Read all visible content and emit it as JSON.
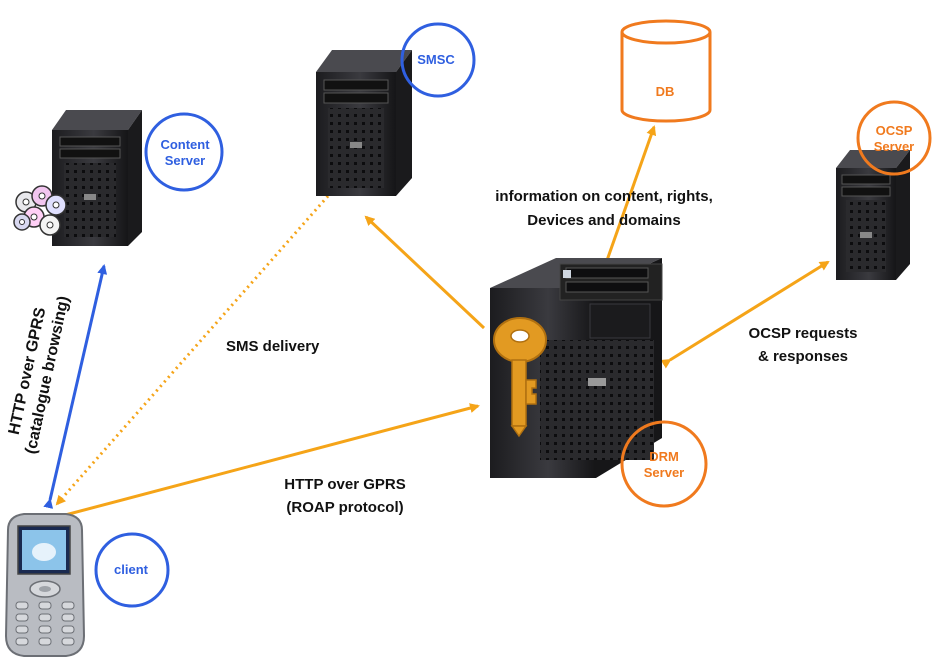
{
  "nodes": {
    "content_server": {
      "label_lines": [
        "Content",
        "Server"
      ]
    },
    "smsc": {
      "label": "SMSC"
    },
    "db": {
      "label": "DB"
    },
    "ocsp_server": {
      "label_lines": [
        "OCSP",
        "Server"
      ]
    },
    "drm_server": {
      "label_lines": [
        "DRM",
        "Server"
      ]
    },
    "client": {
      "label": "client"
    }
  },
  "edges": {
    "client_content": {
      "label_lines": [
        "HTTP over GPRS",
        "(catalogue browsing)"
      ]
    },
    "sms_delivery": {
      "label": "SMS delivery"
    },
    "client_drm": {
      "label_lines": [
        "HTTP over GPRS",
        "(ROAP protocol)"
      ]
    },
    "drm_db": {
      "label_lines": [
        "information on content, rights,",
        "Devices and domains"
      ]
    },
    "drm_ocsp": {
      "label_lines": [
        "OCSP requests",
        "& responses"
      ]
    }
  },
  "colors": {
    "blue": "#2f5fe0",
    "orange": "#f5a418",
    "orange_outline": "#f07a1e",
    "server_body": "#2b2b2e"
  }
}
